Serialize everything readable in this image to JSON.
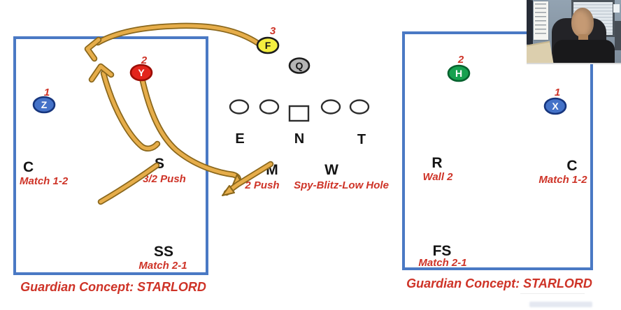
{
  "players": {
    "z": {
      "letter": "Z",
      "number": "1"
    },
    "y": {
      "letter": "Y",
      "number": "2"
    },
    "f": {
      "letter": "F",
      "number": "3"
    },
    "q": {
      "letter": "Q"
    },
    "h": {
      "letter": "H",
      "number": "2"
    },
    "x": {
      "letter": "X",
      "number": "1"
    }
  },
  "line": {
    "e": "E",
    "n": "N",
    "t": "T"
  },
  "defense": {
    "c_left": "C",
    "c_left_call": "Match 1-2",
    "s": "S",
    "s_call": "3/2 Push",
    "m": "M",
    "m_call": "2 Push",
    "w": "W",
    "w_call": "Spy-Blitz-Low Hole",
    "r": "R",
    "r_call": "Wall 2",
    "c_right": "C",
    "c_right_call": "Match 1-2",
    "ss": "SS",
    "ss_call": "Match 2-1",
    "fs": "FS",
    "fs_call": "Match 2-1"
  },
  "concepts": {
    "left": "Guardian Concept: STARLORD",
    "right": "Guardian Concept: STARLORD"
  },
  "colors": {
    "box_blue": "#4a79c4",
    "label_red": "#ce3327",
    "arrow_gold": "#e6ad4a",
    "arrow_outline": "#8a671c",
    "z_blue": "#4472c8",
    "y_red": "#e3241b",
    "f_yellow": "#f3ee3f",
    "q_gray": "#b5b5b5",
    "h_green": "#17a14f",
    "x_blue": "#4472c8"
  }
}
